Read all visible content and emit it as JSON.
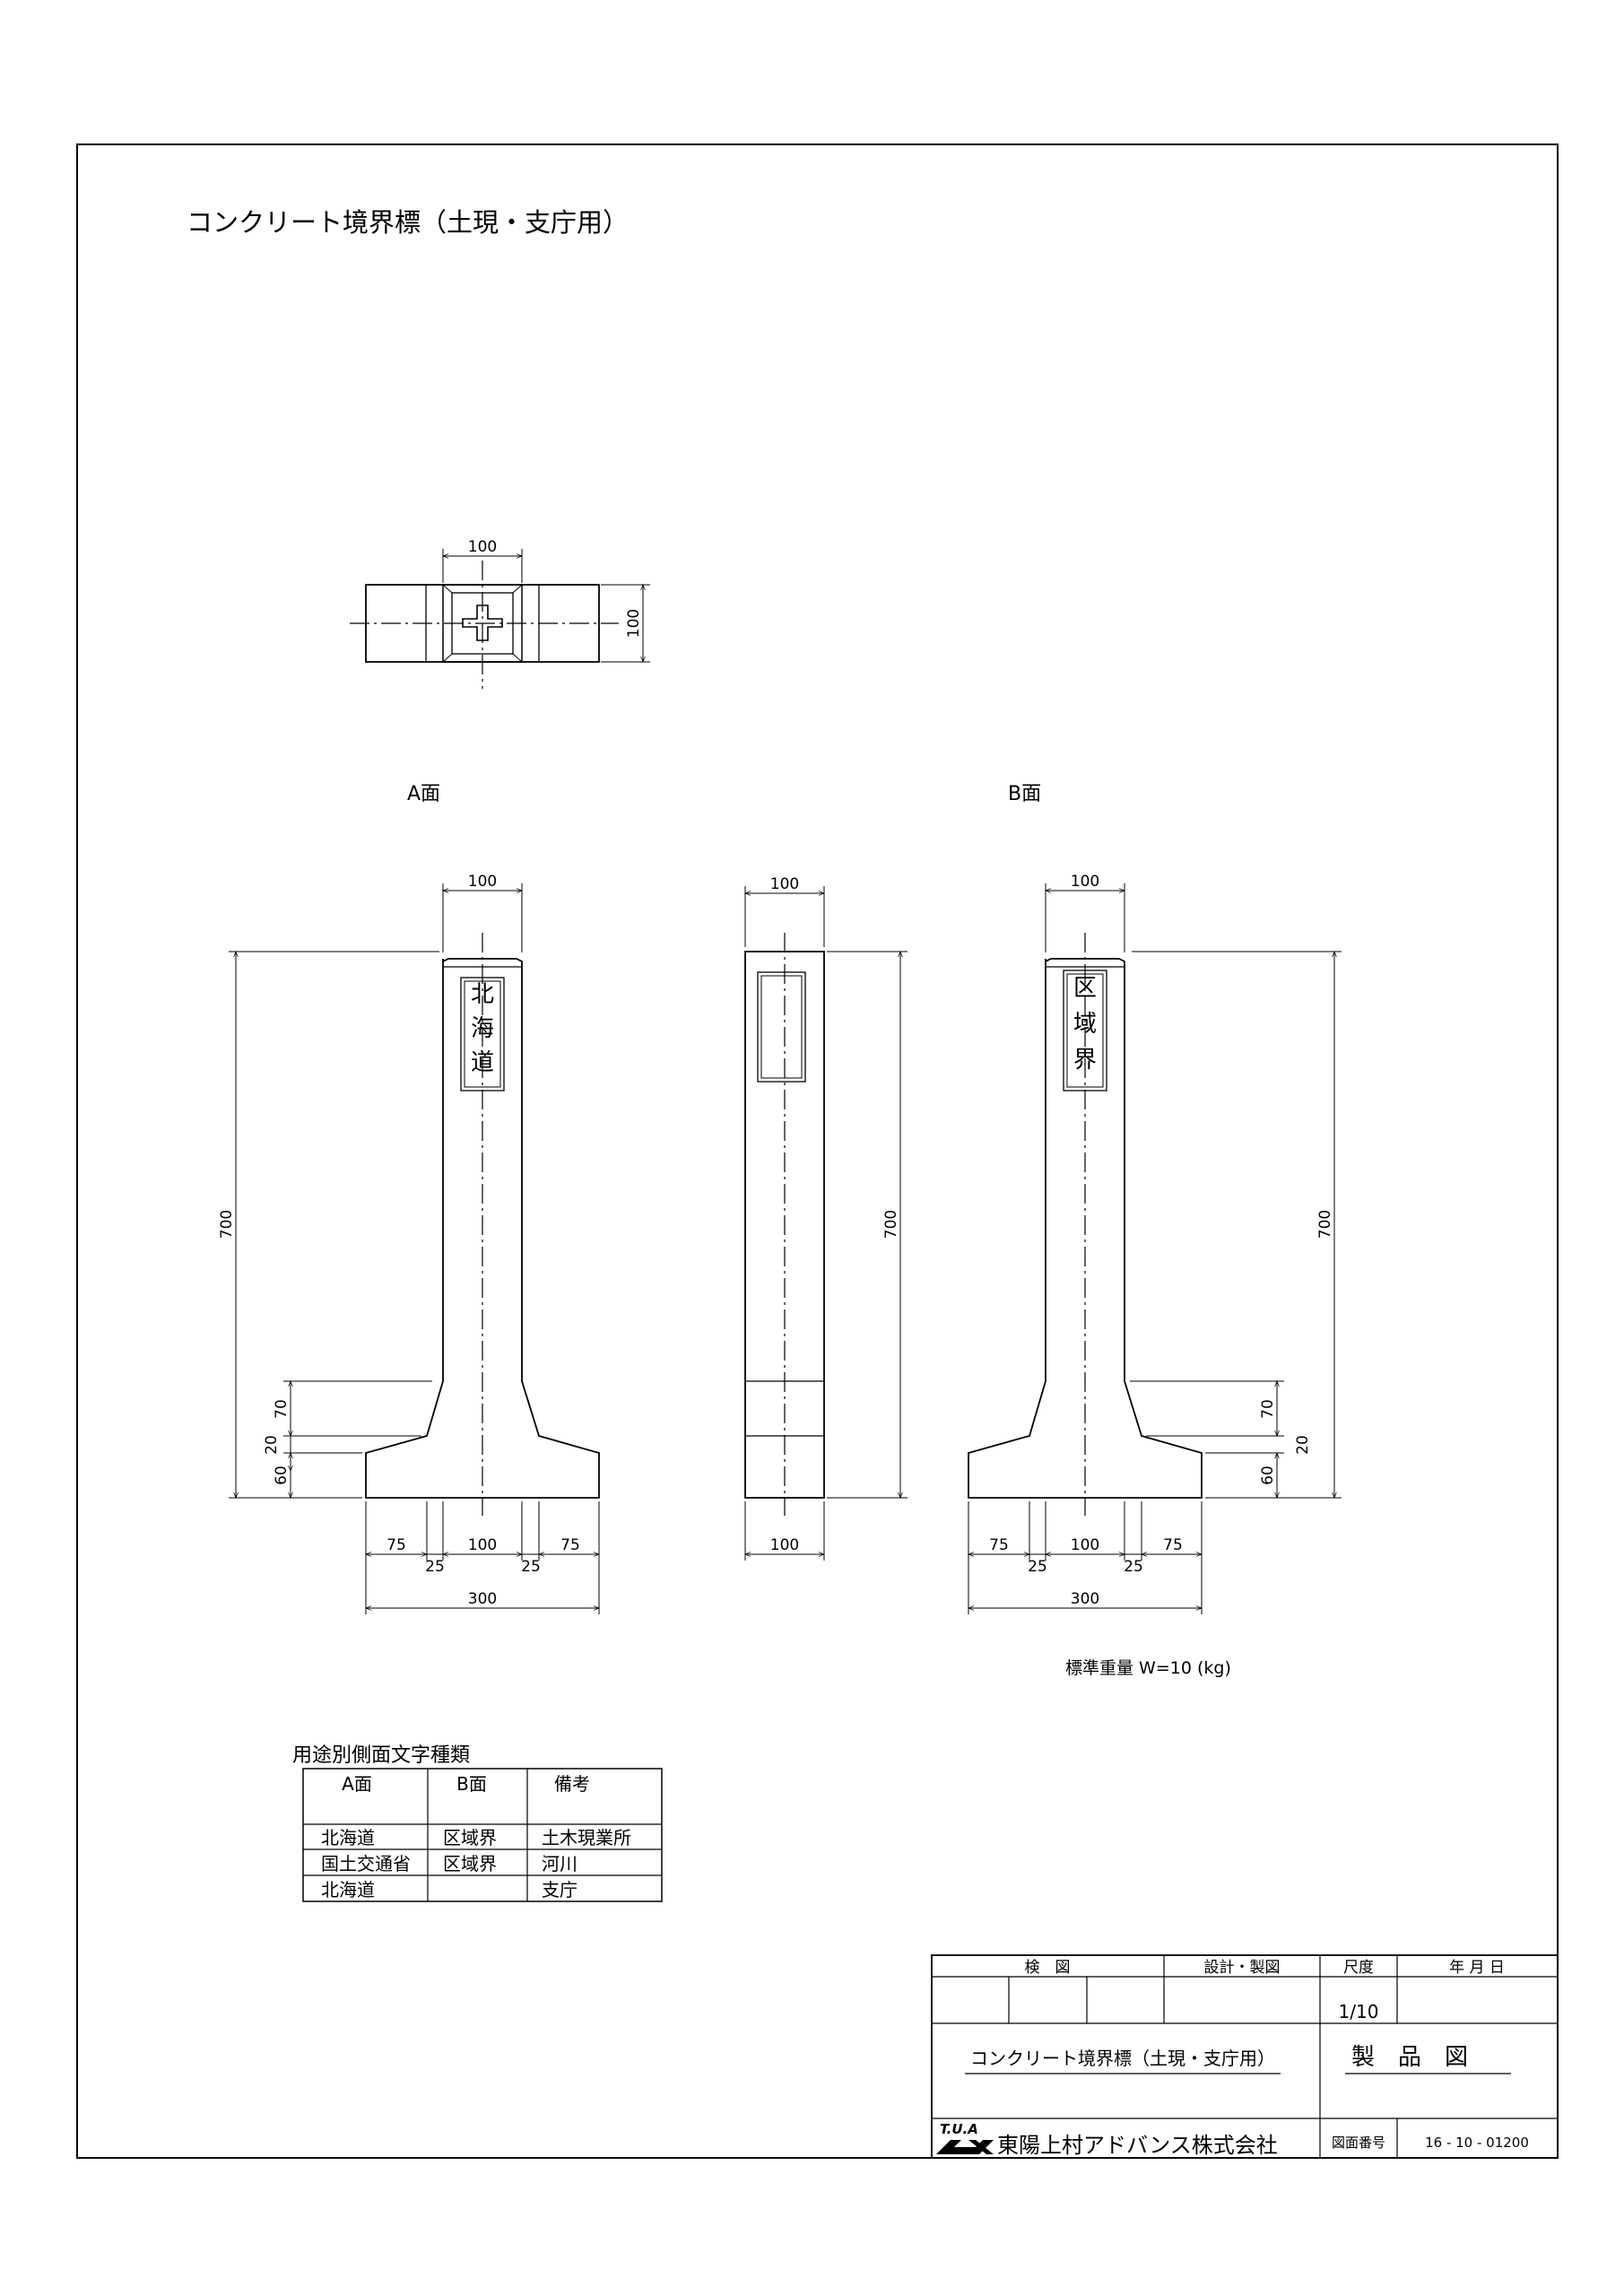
{
  "title": "コンクリート境界標（土現・支庁用）",
  "top_view": {
    "dim_width": "100",
    "dim_height": "100"
  },
  "face_a": {
    "label": "A面",
    "dim_top": "100",
    "dim_height": "700",
    "inscription": [
      "北",
      "海",
      "道"
    ],
    "dim_base_70": "70",
    "dim_base_20": "20",
    "dim_base_60": "60",
    "dim_75_left": "75",
    "dim_25_left": "25",
    "dim_100": "100",
    "dim_25_right": "25",
    "dim_75_right": "75",
    "dim_300": "300"
  },
  "side_view": {
    "dim_top": "100",
    "dim_height": "700",
    "dim_bottom": "100"
  },
  "face_b": {
    "label": "B面",
    "dim_top": "100",
    "dim_height": "700",
    "inscription": [
      "区",
      "域",
      "界"
    ],
    "dim_base_70": "70",
    "dim_base_20": "20",
    "dim_base_60": "60",
    "dim_75_left": "75",
    "dim_25_left": "25",
    "dim_100": "100",
    "dim_25_right": "25",
    "dim_75_right": "75",
    "dim_300": "300"
  },
  "weight_note": "標準重量 W=10 (kg)",
  "usage_table": {
    "caption": "用途別側面文字種類",
    "headers": [
      "A面",
      "B面",
      "備考"
    ],
    "rows": [
      [
        "北海道",
        "区域界",
        "土木現業所"
      ],
      [
        "国土交通省",
        "区域界",
        "河川"
      ],
      [
        "北海道",
        "",
        "支庁"
      ]
    ]
  },
  "title_block": {
    "check_label": "検　図",
    "design_label": "設計・製図",
    "scale_label": "尺度",
    "date_label": "年 月 日",
    "scale_value": "1/10",
    "drawing_name": "コンクリート境界標（土現・支庁用）",
    "drawing_type": "製　品　図",
    "logo_text": "T.U.A",
    "company": "東陽上村アドバンス株式会社",
    "number_label": "図面番号",
    "number_value": "16 - 10 - 01200"
  }
}
